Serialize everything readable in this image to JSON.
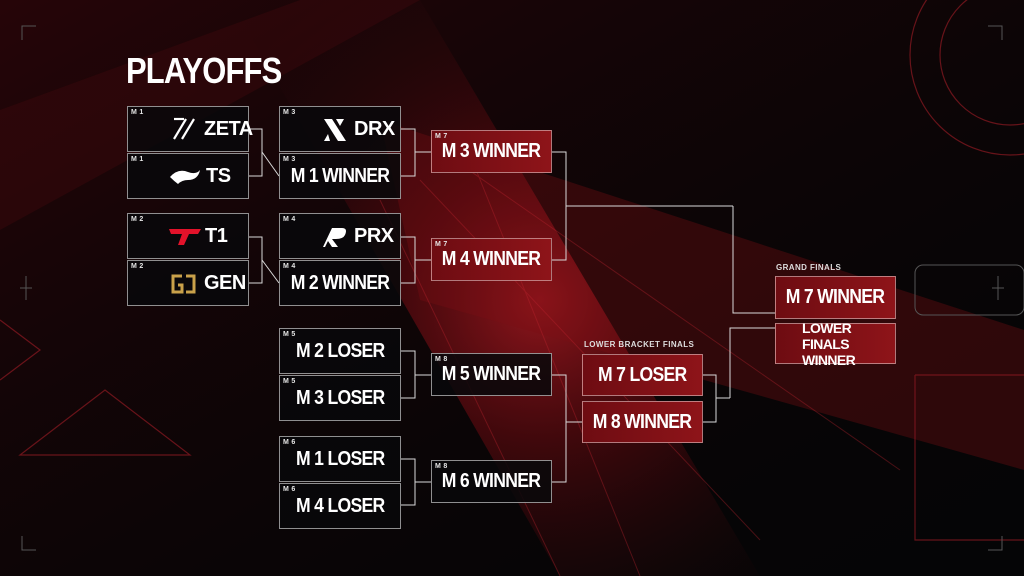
{
  "title": "PLAYOFFS",
  "colors": {
    "accent_red": "#8e1419",
    "box_dark": "#08080a",
    "background": "#050506"
  },
  "round1": [
    {
      "match": "M 1",
      "team": "ZETA",
      "logo": "zeta-logo"
    },
    {
      "match": "M 1",
      "team": "TS",
      "logo": "ts-logo"
    },
    {
      "match": "M 2",
      "team": "T1",
      "logo": "t1-logo"
    },
    {
      "match": "M 2",
      "team": "GEN",
      "logo": "gen-logo"
    }
  ],
  "round2_upper": [
    {
      "match": "M 3",
      "team": "DRX",
      "logo": "drx-logo"
    },
    {
      "match": "M 3",
      "text": "M 1 WINNER"
    },
    {
      "match": "M 4",
      "team": "PRX",
      "logo": "prx-logo"
    },
    {
      "match": "M 4",
      "text": "M 2 WINNER"
    }
  ],
  "round2_lower": [
    {
      "match": "M 5",
      "text": "M 2 LOSER"
    },
    {
      "match": "M 5",
      "text": "M 3 LOSER"
    },
    {
      "match": "M 6",
      "text": "M 1 LOSER"
    },
    {
      "match": "M 6",
      "text": "M 4 LOSER"
    }
  ],
  "round3": [
    {
      "match": "M 7",
      "text": "M 3 WINNER"
    },
    {
      "match": "M 7",
      "text": "M 4 WINNER"
    },
    {
      "match": "M 8",
      "text": "M 5 WINNER"
    },
    {
      "match": "M 8",
      "text": "M 6 WINNER"
    }
  ],
  "lower_bracket_finals": {
    "label": "LOWER BRACKET FINALS",
    "slots": [
      "M 7 LOSER",
      "M 8 WINNER"
    ]
  },
  "grand_finals": {
    "label": "GRAND FINALS",
    "slot1": "M 7 WINNER",
    "slot2_line1": "LOWER FINALS",
    "slot2_line2": "WINNER"
  }
}
